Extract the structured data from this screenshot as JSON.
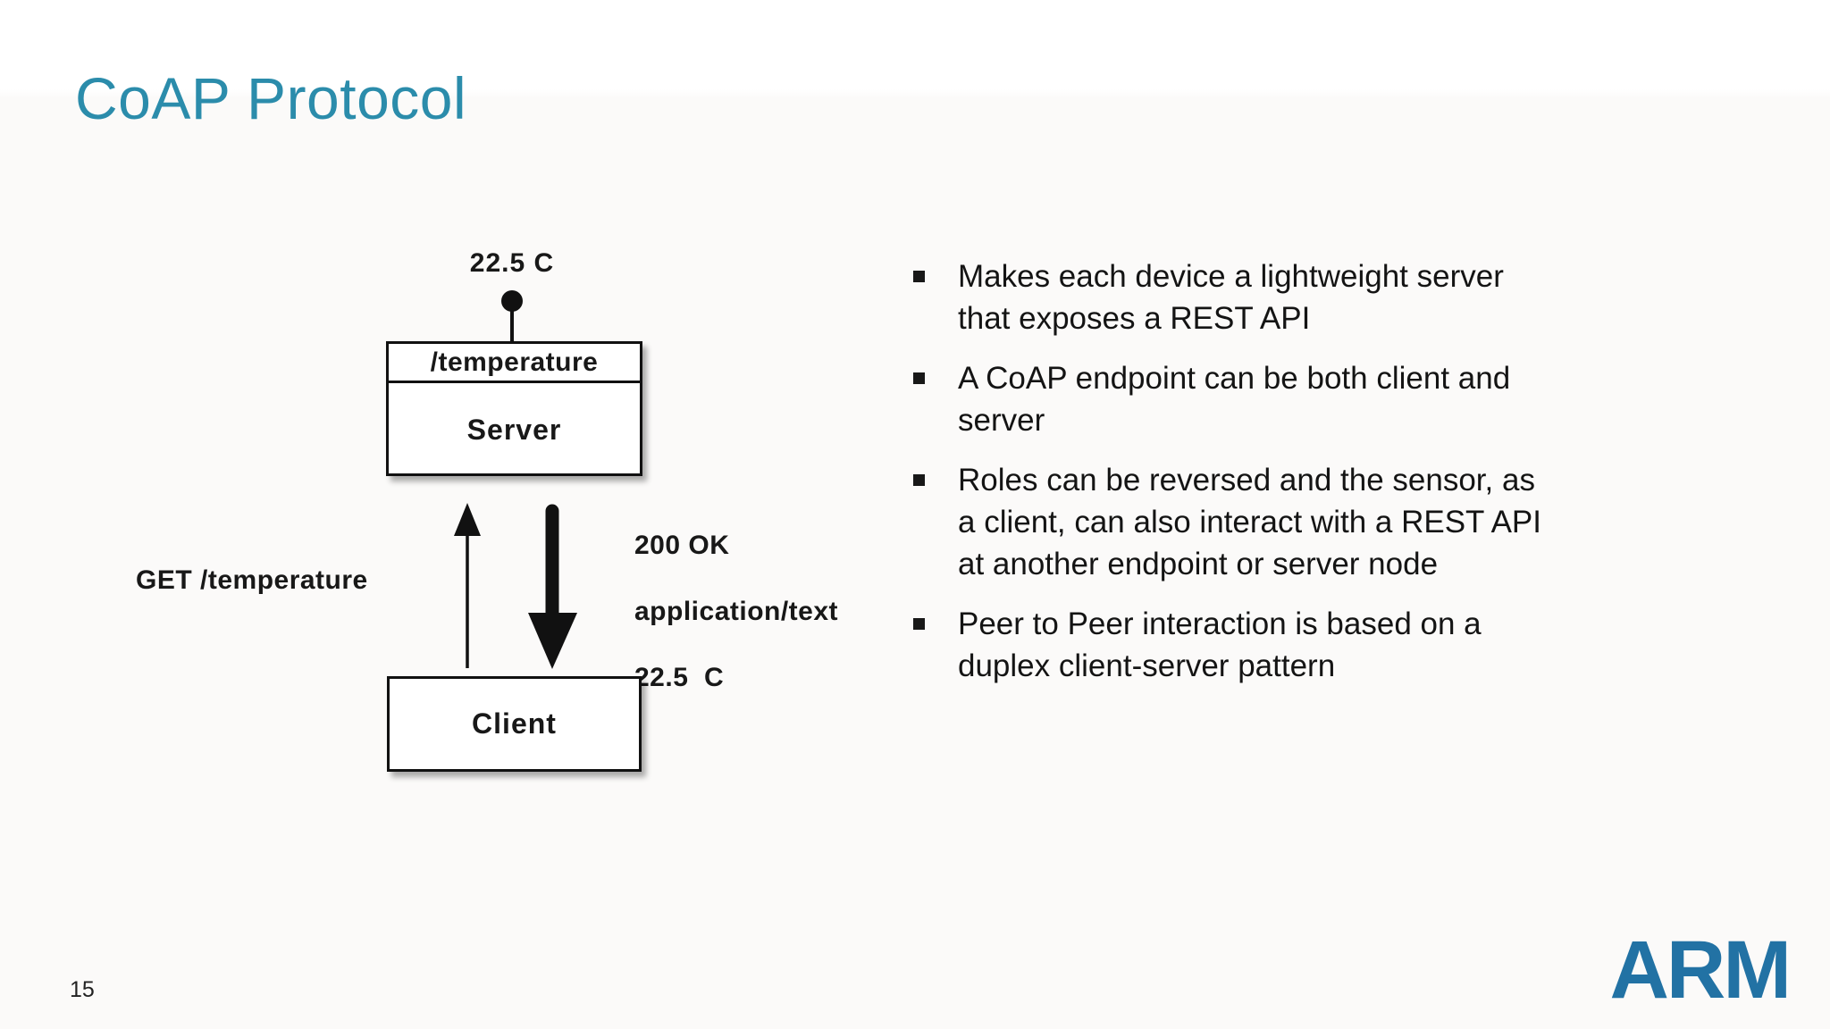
{
  "slide": {
    "title": "CoAP Protocol",
    "page_number": "15",
    "logo_text": "ARM",
    "colors": {
      "title_teal": "#2B8CAB",
      "logo_blue": "#2272A4",
      "diagram_ink": "#111111"
    }
  },
  "diagram": {
    "sensor_value": "22.5 C",
    "server_resource": "/temperature",
    "server_label": "Server",
    "client_label": "Client",
    "request_label": "GET /temperature",
    "response_lines": [
      "200 OK",
      "application/text",
      "22.5  C"
    ]
  },
  "bullets": {
    "items": [
      "Makes each device a lightweight server\nthat exposes a REST API",
      "A CoAP endpoint can be both client and\nserver",
      "Roles can be reversed and the sensor, as\na client, can also interact with a REST API\nat another endpoint or server node",
      "Peer to Peer interaction is based on a\nduplex client-server pattern"
    ]
  }
}
